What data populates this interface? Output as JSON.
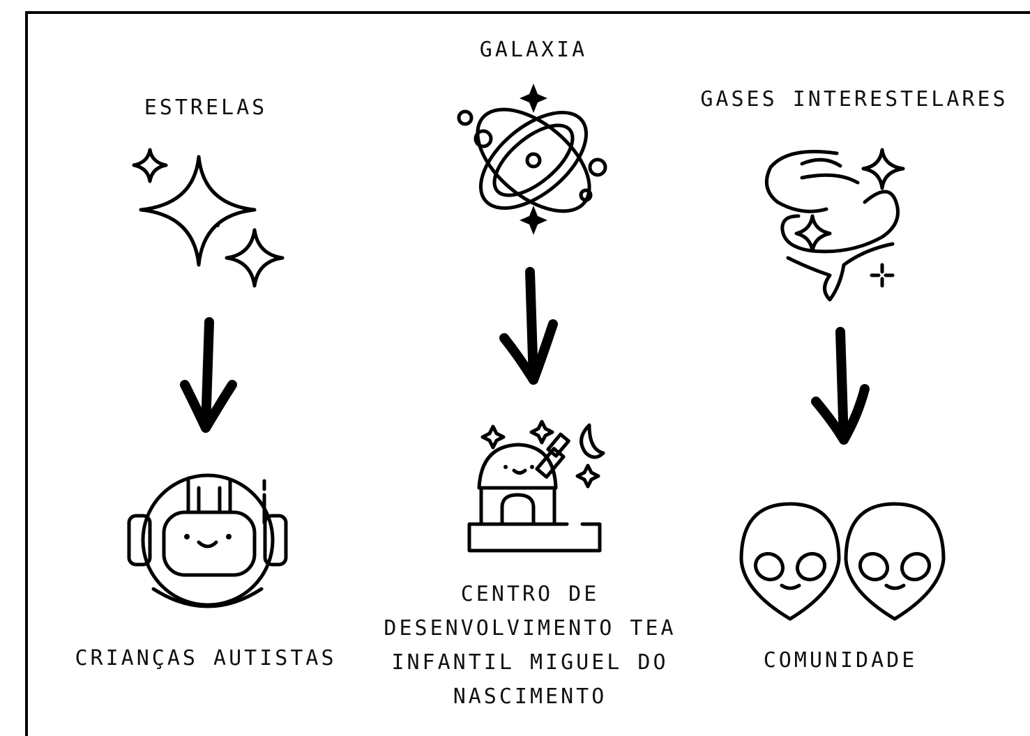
{
  "columns": {
    "left": {
      "top_label": "ESTRELAS",
      "bottom_label": "CRIANÇAS AUTISTAS"
    },
    "center": {
      "top_label": "GALAXIA",
      "bottom_label_lines": [
        "CENTRO DE",
        "DESENVOLVIMENTO TEA",
        "INFANTIL MIGUEL DO",
        "NASCIMENTO"
      ]
    },
    "right": {
      "top_label": "GASES INTERESTELARES",
      "bottom_label": "COMUNIDADE"
    }
  },
  "icons": {
    "left_top": "sparkles-icon",
    "left_bottom": "astronaut-helmet-icon",
    "center_top": "galaxy-orbit-icon",
    "center_bottom": "observatory-icon",
    "right_top": "nebula-gas-icon",
    "right_bottom": "aliens-icon",
    "connector": "arrow-down-icon"
  },
  "colors": {
    "ink": "#000000",
    "background": "#ffffff"
  }
}
